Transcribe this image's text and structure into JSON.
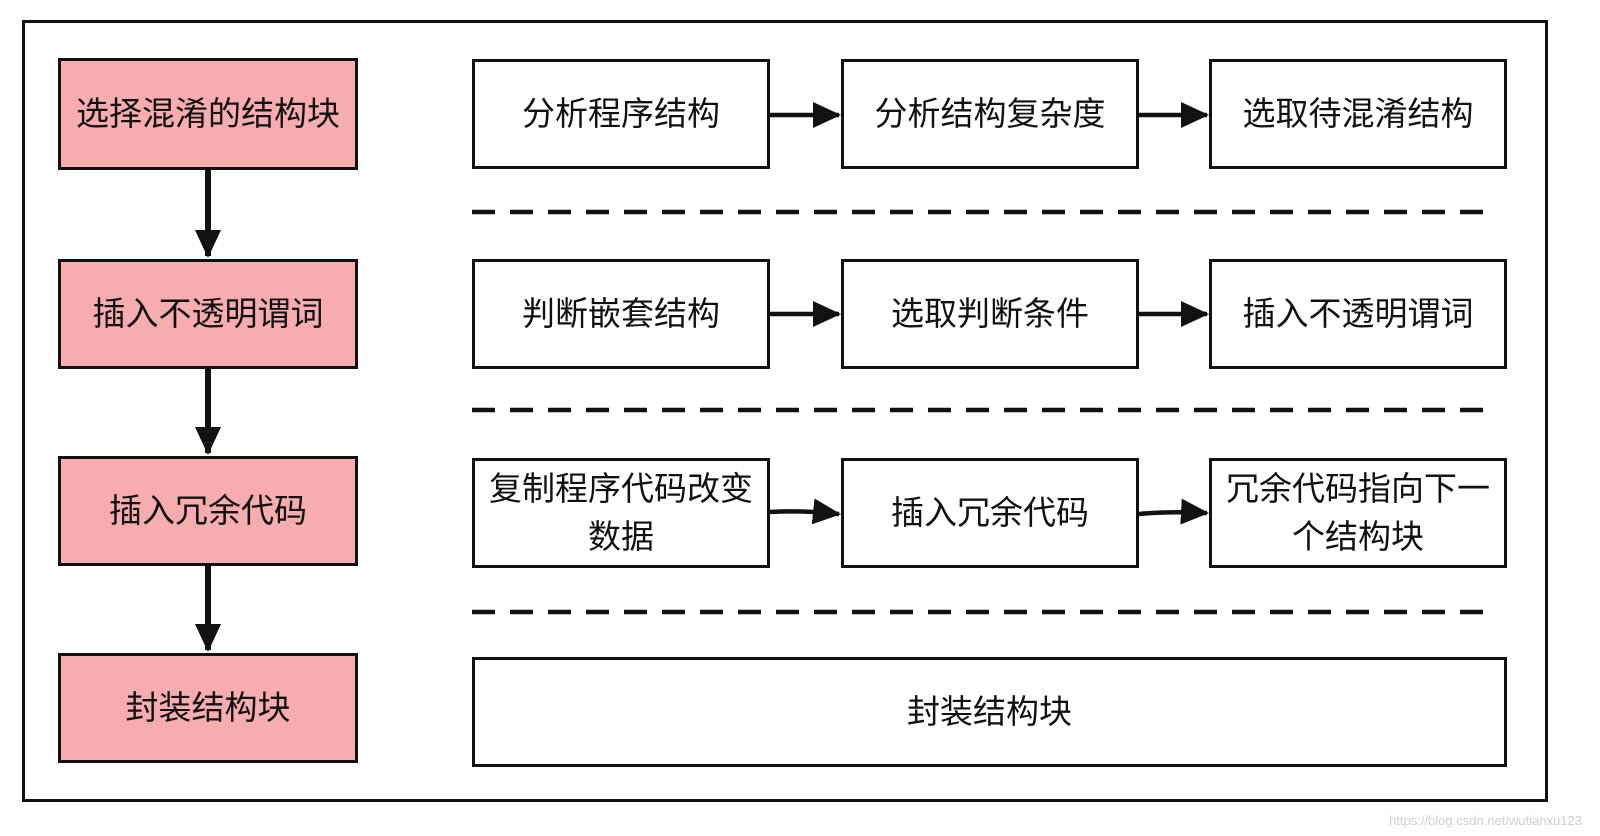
{
  "steps": [
    "选择混淆的结构块",
    "插入不透明谓词",
    "插入冗余代码",
    "封装结构块"
  ],
  "rows": [
    [
      "分析程序结构",
      "分析结构复杂度",
      "选取待混淆结构"
    ],
    [
      "判断嵌套结构",
      "选取判断条件",
      "插入不透明谓词"
    ],
    [
      "复制程序代码改变数据",
      "插入冗余代码",
      "冗余代码指向下一个结构块"
    ]
  ],
  "final_box": "封装结构块",
  "watermark": "https://blog.csdn.net/wutianxu123",
  "colors": {
    "step_fill": "#f7adb0",
    "border": "#111111",
    "background": "#ffffff"
  }
}
